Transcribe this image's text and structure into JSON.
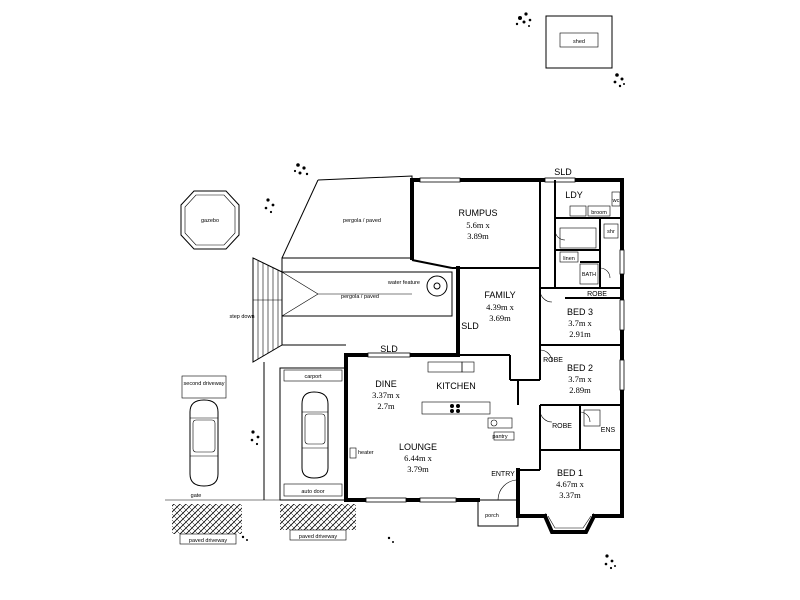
{
  "rooms": {
    "rumpus": {
      "name": "RUMPUS",
      "dim1": "5.6m x",
      "dim2": "3.89m"
    },
    "family": {
      "name": "FAMILY",
      "dim1": "4.39m x",
      "dim2": "3.69m"
    },
    "dine": {
      "name": "DINE",
      "dim1": "3.37m x",
      "dim2": "2.7m"
    },
    "kitchen": {
      "name": "KITCHEN"
    },
    "lounge": {
      "name": "LOUNGE",
      "dim1": "6.44m x",
      "dim2": "3.79m"
    },
    "bed3": {
      "name": "BED 3",
      "dim1": "3.7m x",
      "dim2": "2.91m"
    },
    "bed2": {
      "name": "BED 2",
      "dim1": "3.7m x",
      "dim2": "2.89m"
    },
    "bed1": {
      "name": "BED 1",
      "dim1": "4.67m x",
      "dim2": "3.37m"
    },
    "ldy": {
      "name": "LDY"
    }
  },
  "labels": {
    "sld_top": "SLD",
    "sld_family": "SLD",
    "sld_dine": "SLD",
    "robe_bed3": "ROBE",
    "robe_bed2": "ROBE",
    "robe_bed1": "ROBE",
    "ens": "ENS",
    "entry": "ENTRY",
    "porch": "porch",
    "shed": "shed",
    "gazebo": "gazebo",
    "pergola_top": "pergola / paved",
    "pergola_mid": "pergola / paved",
    "carport": "carport",
    "auto_door": "auto door",
    "second_driveway": "second driveway",
    "paved_driveway_left": "paved driveway",
    "paved_driveway_right": "paved driveway",
    "gate": "gate",
    "step_down": "step down",
    "water_feature": "water feature",
    "heater": "heater",
    "pantry": "pantry",
    "linen": "linen",
    "bath": "BATH",
    "shr": "shr",
    "broom": "broom",
    "wc": "wc"
  }
}
